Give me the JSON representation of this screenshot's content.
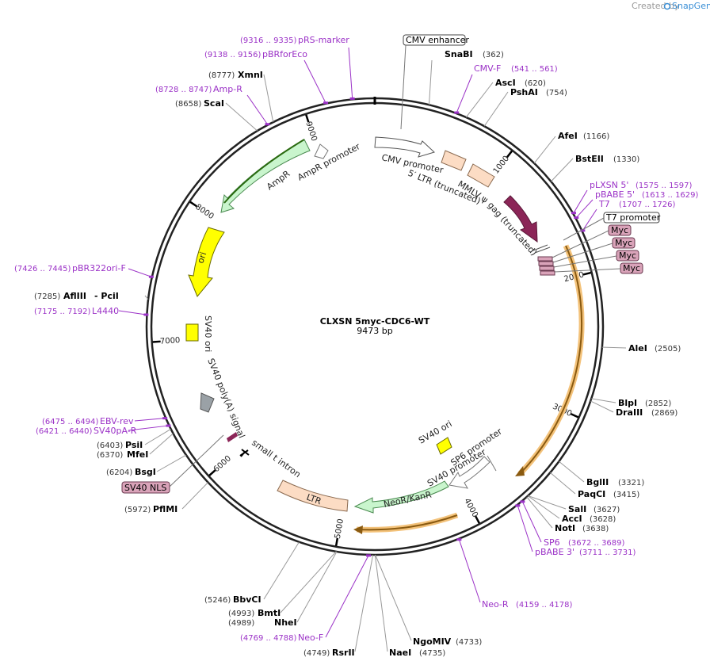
{
  "header": {
    "created_by": "Created by",
    "brand": "SnapGene"
  },
  "plasmid": {
    "name": "CLXSN 5myc-CDC6-WT",
    "length_label": "9473 bp",
    "length_bp": 9473
  },
  "colors": {
    "primer": "#9b32c7",
    "orange_feature": "#f0a830",
    "promoter_fill": "#ffffff",
    "ltr_fill": "#fcdcc4",
    "neo_fill": "#c9f5cd",
    "amp_fill": "#c9f5cd",
    "ori_fill": "#ffff00",
    "gag_fill": "#8b2557",
    "myc_fill": "#d9a3b9",
    "polyA_fill": "#9aa1a6"
  },
  "ticks": [
    {
      "bp": 1000,
      "label": "1000"
    },
    {
      "bp": 2000,
      "label": "2000"
    },
    {
      "bp": 3000,
      "label": "3000"
    },
    {
      "bp": 4000,
      "label": "4000"
    },
    {
      "bp": 5000,
      "label": "5000"
    },
    {
      "bp": 6000,
      "label": "6000"
    },
    {
      "bp": 7000,
      "label": "7000"
    },
    {
      "bp": 8000,
      "label": "8000"
    },
    {
      "bp": 9000,
      "label": "9000"
    }
  ],
  "enzymes": [
    {
      "name": "SnaBI",
      "pos": "(362)",
      "bp": 362,
      "side": "right"
    },
    {
      "name": "AscI",
      "pos": "(620)",
      "bp": 620,
      "side": "right"
    },
    {
      "name": "PshAI",
      "pos": "(754)",
      "bp": 754,
      "side": "right"
    },
    {
      "name": "AfeI",
      "pos": "(1166)",
      "bp": 1166,
      "side": "right"
    },
    {
      "name": "BstEII",
      "pos": "(1330)",
      "bp": 1330,
      "side": "right"
    },
    {
      "name": "AleI",
      "pos": "(2505)",
      "bp": 2505,
      "side": "right"
    },
    {
      "name": "BlpI",
      "pos": "(2852)",
      "bp": 2852,
      "side": "right"
    },
    {
      "name": "DraIII",
      "pos": "(2869)",
      "bp": 2869,
      "side": "right"
    },
    {
      "name": "BglII",
      "pos": "(3321)",
      "bp": 3321,
      "side": "right"
    },
    {
      "name": "PaqCI",
      "pos": "(3415)",
      "bp": 3415,
      "side": "right"
    },
    {
      "name": "SalI",
      "pos": "(3627)",
      "bp": 3627,
      "side": "right"
    },
    {
      "name": "AccI",
      "pos": "(3628)",
      "bp": 3628,
      "side": "right"
    },
    {
      "name": "NotI",
      "pos": "(3638)",
      "bp": 3638,
      "side": "right"
    },
    {
      "name": "NgoMIV",
      "pos": "(4733)",
      "bp": 4733,
      "side": "right"
    },
    {
      "name": "NaeI",
      "pos": "(4735)",
      "bp": 4735,
      "side": "right"
    },
    {
      "name": "RsrII",
      "pos": "(4749)",
      "bp": 4749,
      "side": "left"
    },
    {
      "name": "NheI",
      "pos": "(4989)",
      "bp": 4989,
      "side": "left"
    },
    {
      "name": "BmtI",
      "pos": "(4993)",
      "bp": 4993,
      "side": "left"
    },
    {
      "name": "BbvCI",
      "pos": "(5246)",
      "bp": 5246,
      "side": "left"
    },
    {
      "name": "PflMI",
      "pos": "(5972)",
      "bp": 5972,
      "side": "left"
    },
    {
      "name": "BsgI",
      "pos": "(6204)",
      "bp": 6204,
      "side": "left"
    },
    {
      "name": "MfeI",
      "pos": "(6370)",
      "bp": 6370,
      "side": "left"
    },
    {
      "name": "PsiI",
      "pos": "(6403)",
      "bp": 6403,
      "side": "left"
    },
    {
      "name": "AflIII",
      "pos": "(7285)",
      "bp": 7285,
      "side": "left",
      "extra": "- PciI"
    },
    {
      "name": "ScaI",
      "pos": "(8658)",
      "bp": 8658,
      "side": "left"
    },
    {
      "name": "XmnI",
      "pos": "(8777)",
      "bp": 8777,
      "side": "left"
    }
  ],
  "primers": [
    {
      "name": "pRS-marker",
      "pos": "(9316 .. 9335)",
      "bp": 9325
    },
    {
      "name": "pBRforEco",
      "pos": "(9138 .. 9156)",
      "bp": 9147
    },
    {
      "name": "Amp-R",
      "pos": "(8728 .. 8747)",
      "bp": 8737
    },
    {
      "name": "CMV-F",
      "pos": "(541 .. 561)",
      "bp": 551
    },
    {
      "name": "pLXSN 5'",
      "pos": "(1575 .. 1597)",
      "bp": 1586
    },
    {
      "name": "pBABE 5'",
      "pos": "(1613 .. 1629)",
      "bp": 1621
    },
    {
      "name": "T7",
      "pos": "(1707 .. 1726)",
      "bp": 1716
    },
    {
      "name": "pBR322ori-F",
      "pos": "(7426 .. 7445)",
      "bp": 7435
    },
    {
      "name": "L4440",
      "pos": "(7175 .. 7192)",
      "bp": 7183
    },
    {
      "name": "EBV-rev",
      "pos": "(6475 .. 6494)",
      "bp": 6484
    },
    {
      "name": "SV40pA-R",
      "pos": "(6421 .. 6440)",
      "bp": 6430
    },
    {
      "name": "SP6",
      "pos": "(3672 .. 3689)",
      "bp": 3680
    },
    {
      "name": "pBABE 3'",
      "pos": "(3711 .. 3731)",
      "bp": 3721
    },
    {
      "name": "Neo-R",
      "pos": "(4159 .. 4178)",
      "bp": 4168
    },
    {
      "name": "Neo-F",
      "pos": "(4769 .. 4788)",
      "bp": 4778
    }
  ],
  "boxed_labels": {
    "cmv_enhancer": "CMV enhancer",
    "t7_promoter": "T7 promoter",
    "myc": [
      "Myc",
      "Myc",
      "Myc",
      "Myc"
    ],
    "sv40_nls": "SV40 NLS"
  },
  "features": {
    "cmv_promoter": "CMV promoter",
    "ltr5": "5′ LTR (truncated)",
    "mmlv_psi": "MMLV ψ",
    "gag": "gag (truncated)",
    "sv40_ori_in": "SV40 ori",
    "sp6_promoter": "SP6 promoter",
    "sv40_promoter": "SV40 promoter",
    "neo": "NeoR/KanR",
    "ltr3": "LTR",
    "small_t": "small t intron",
    "polyA": "SV40 poly(A) signal",
    "sv40_ori_left": "SV40 ori",
    "ori": "ori",
    "ampr": "AmpR",
    "ampr_promoter": "AmpR promoter"
  }
}
